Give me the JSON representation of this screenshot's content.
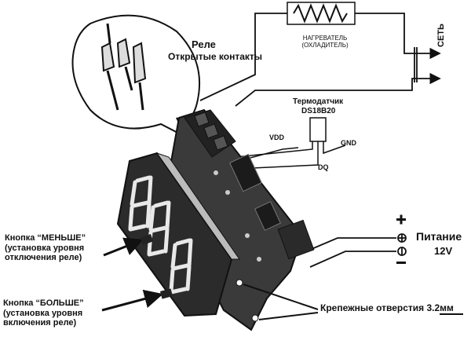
{
  "labels": {
    "relay_title": "Реле",
    "relay_contacts": "Открытые контакты",
    "heater": "НАГРЕВАТЕЛЬ\n(ОХЛАДИТЕЛЬ)",
    "mains": "СЕТЬ",
    "sensor_title": "Термодатчик",
    "sensor_model": "DS18B20",
    "vdd": "VDD",
    "gnd": "GND",
    "dq": "DQ",
    "power_title": "Питание",
    "power_voltage": "12V",
    "button_less": "Кнопка “МЕНЬШЕ”\n(установка уровня\nотключения реле)",
    "button_more": "Кнопка “БОЛЬШЕ”\n(установка уровня\nвключения реле)",
    "mounting_holes": "Крепежные отверстия 3.2мм"
  },
  "colors": {
    "ink": "#111111",
    "board": "#3a3a3a",
    "display": "#2b2b2b",
    "segment": "#e8e8e8",
    "paper": "#ffffff"
  },
  "icons": {
    "positive": "plus-icon",
    "negative": "minus-icon"
  }
}
